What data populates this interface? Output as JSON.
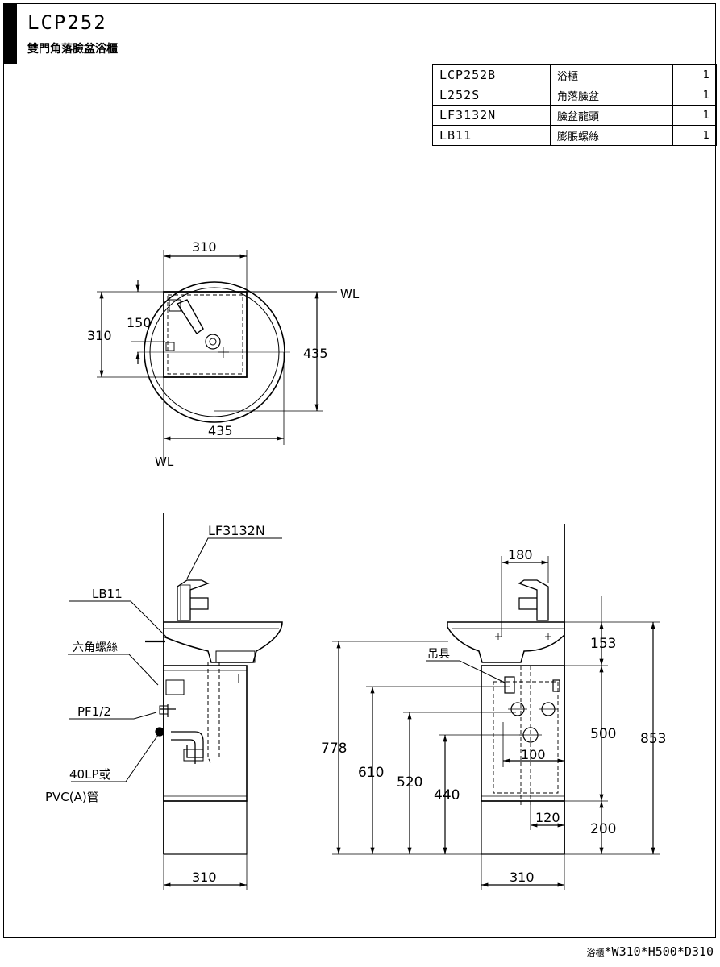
{
  "header": {
    "model": "LCP252",
    "product_name": "雙門角落臉盆浴櫃"
  },
  "parts_table": [
    {
      "code": "LCP252B",
      "name": "浴櫃",
      "qty": "1"
    },
    {
      "code": "L252S",
      "name": "角落臉盆",
      "qty": "1"
    },
    {
      "code": "LF3132N",
      "name": "臉盆龍頭",
      "qty": "1"
    },
    {
      "code": "LB11",
      "name": "膨脹螺絲",
      "qty": "1"
    }
  ],
  "top_view": {
    "dim_width": "310",
    "dim_depth_left": "310",
    "dim_tap_offset": "150",
    "dim_right": "435",
    "dim_bottom": "435",
    "wall_label_right": "WL",
    "wall_label_bottom": "WL"
  },
  "side_view": {
    "faucet_label": "LF3132N",
    "bolt_label": "LB11",
    "hex_screw_label": "六角螺絲",
    "pf_label": "PF1/2",
    "drain_label_1": "40LP或",
    "drain_label_2": "PVC(A)管",
    "dim_width": "310"
  },
  "front_view": {
    "hanger_label": "吊具",
    "dim_faucet_width": "180",
    "dim_153": "153",
    "dim_500": "500",
    "dim_853": "853",
    "dim_200": "200",
    "dim_778": "778",
    "dim_610": "610",
    "dim_520": "520",
    "dim_440": "440",
    "dim_100": "100",
    "dim_120": "120",
    "dim_width": "310"
  },
  "footer": {
    "label": "浴櫃",
    "dims": "*W310*H500*D310"
  }
}
